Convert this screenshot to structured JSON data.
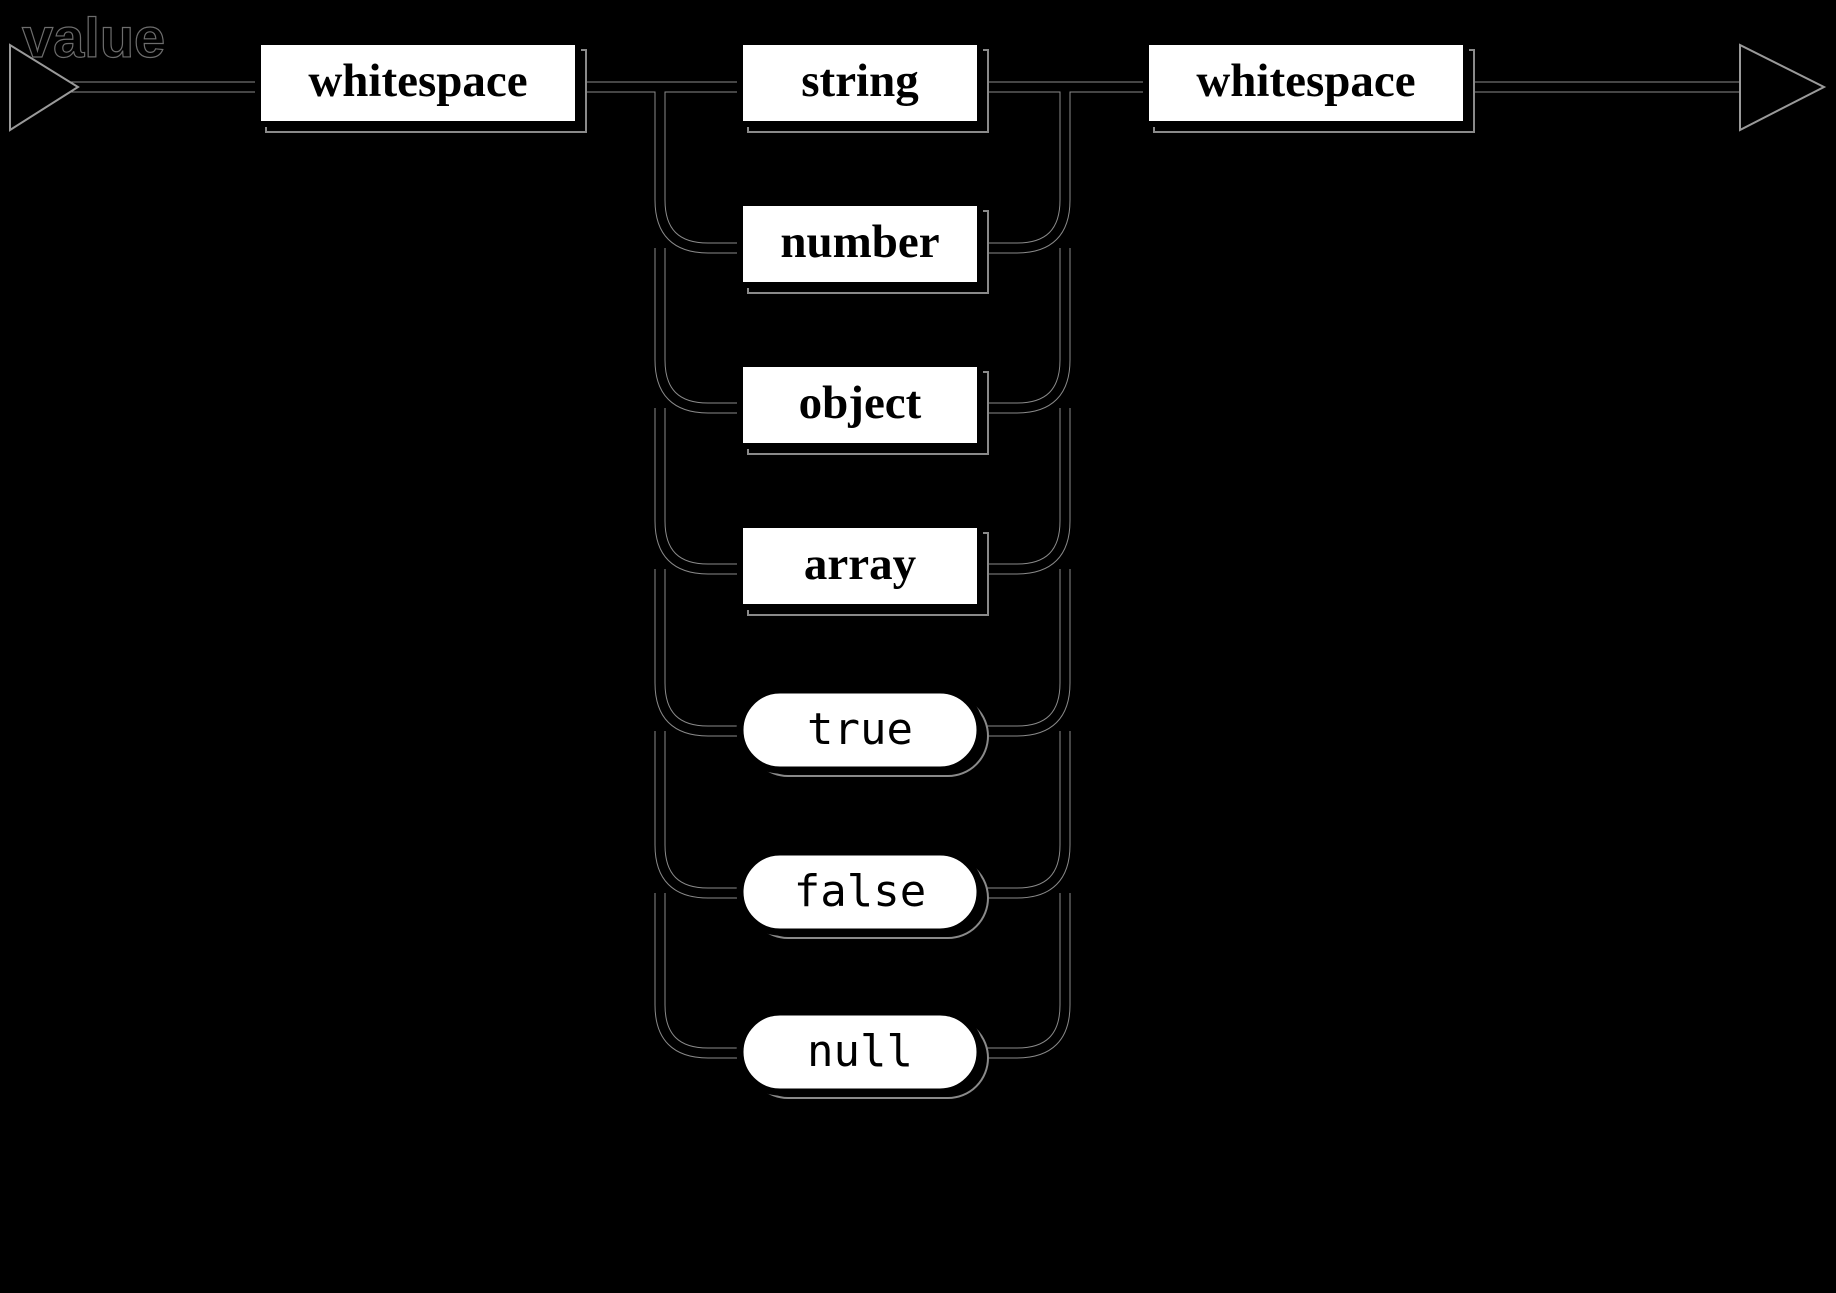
{
  "diagram": {
    "title": "value",
    "type": "railroad-syntax-diagram",
    "background_color": "#000000",
    "line_color": "#8a8a8a",
    "node_fill": "#ffffff",
    "node_text_color": "#000000",
    "start_marker": "start-triangle-icon",
    "end_marker": "end-arrow-icon",
    "sequence": [
      {
        "id": "ws-left",
        "kind": "nonterminal",
        "label": "whitespace"
      },
      {
        "id": "choice",
        "kind": "choice"
      },
      {
        "id": "ws-right",
        "kind": "nonterminal",
        "label": "whitespace"
      }
    ],
    "alternatives": [
      {
        "id": "string",
        "kind": "nonterminal",
        "label": "string",
        "shape": "rect"
      },
      {
        "id": "number",
        "kind": "nonterminal",
        "label": "number",
        "shape": "rect"
      },
      {
        "id": "object",
        "kind": "nonterminal",
        "label": "object",
        "shape": "rect"
      },
      {
        "id": "array",
        "kind": "nonterminal",
        "label": "array",
        "shape": "rect"
      },
      {
        "id": "true",
        "kind": "terminal",
        "label": "true",
        "shape": "pill"
      },
      {
        "id": "false",
        "kind": "terminal",
        "label": "false",
        "shape": "pill"
      },
      {
        "id": "null",
        "kind": "terminal",
        "label": "null",
        "shape": "pill"
      }
    ]
  }
}
